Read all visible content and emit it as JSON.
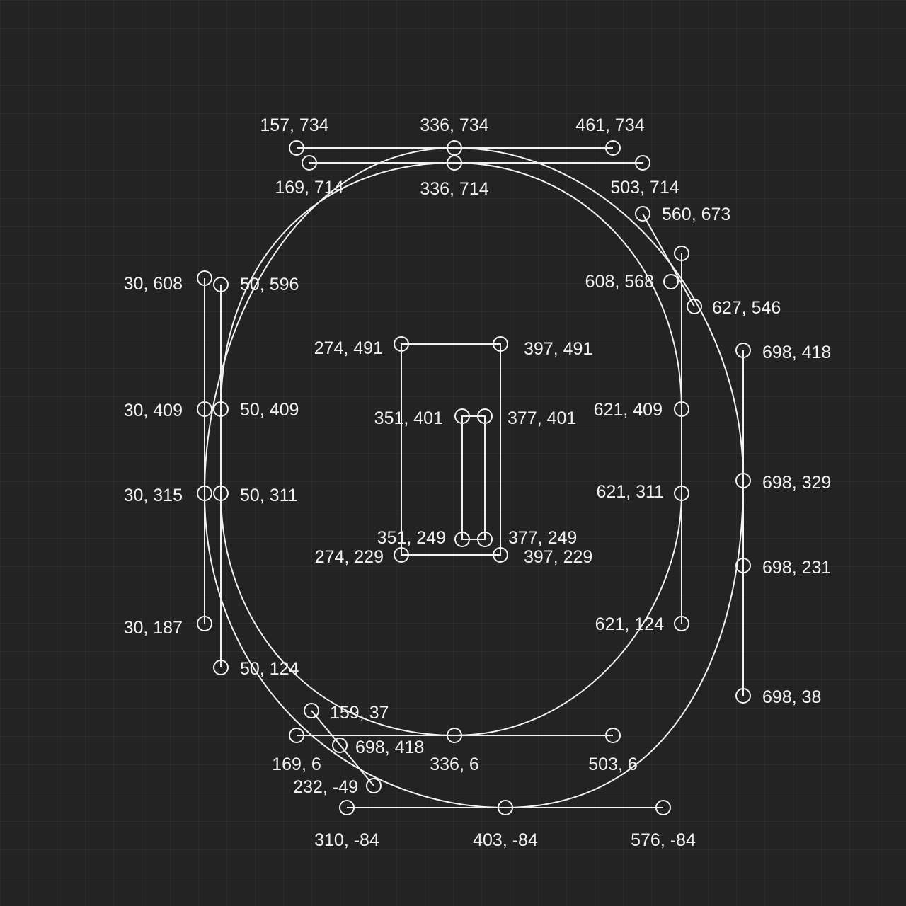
{
  "glyph": "0",
  "colors": {
    "background": "#232323",
    "stroke": "#f2f2f2"
  },
  "points": [
    {
      "id": "p157_734",
      "label": "157, 734"
    },
    {
      "id": "p336_734",
      "label": "336, 734"
    },
    {
      "id": "p461_734",
      "label": "461, 734"
    },
    {
      "id": "p169_714",
      "label": "169, 714"
    },
    {
      "id": "p336_714",
      "label": "336, 714"
    },
    {
      "id": "p503_714",
      "label": "503, 714"
    },
    {
      "id": "p560_673",
      "label": "560, 673"
    },
    {
      "id": "p608_568",
      "label": "608, 568"
    },
    {
      "id": "p627_546",
      "label": "627, 546"
    },
    {
      "id": "p30_608",
      "label": "30, 608"
    },
    {
      "id": "p50_596",
      "label": "50, 596"
    },
    {
      "id": "p274_491",
      "label": "274, 491"
    },
    {
      "id": "p397_491",
      "label": "397, 491"
    },
    {
      "id": "p698_418a",
      "label": "698, 418"
    },
    {
      "id": "p30_409",
      "label": "30, 409"
    },
    {
      "id": "p50_409",
      "label": "50, 409"
    },
    {
      "id": "p351_401",
      "label": "351, 401"
    },
    {
      "id": "p377_401",
      "label": "377, 401"
    },
    {
      "id": "p621_409",
      "label": "621, 409"
    },
    {
      "id": "p30_315",
      "label": "30, 315"
    },
    {
      "id": "p50_311",
      "label": "50, 311"
    },
    {
      "id": "p621_311",
      "label": "621, 311"
    },
    {
      "id": "p698_329",
      "label": "698, 329"
    },
    {
      "id": "p351_249",
      "label": "351, 249"
    },
    {
      "id": "p377_249",
      "label": "377, 249"
    },
    {
      "id": "p274_229",
      "label": "274, 229"
    },
    {
      "id": "p397_229",
      "label": "397, 229"
    },
    {
      "id": "p698_231",
      "label": "698, 231"
    },
    {
      "id": "p30_187",
      "label": "30, 187"
    },
    {
      "id": "p621_124",
      "label": "621, 124"
    },
    {
      "id": "p50_124",
      "label": "50, 124"
    },
    {
      "id": "p698_38",
      "label": "698, 38"
    },
    {
      "id": "p159_37",
      "label": "159, 37"
    },
    {
      "id": "p169_6",
      "label": "169, 6"
    },
    {
      "id": "p336_6",
      "label": "336, 6"
    },
    {
      "id": "p503_6",
      "label": "503, 6"
    },
    {
      "id": "p698_418b",
      "label": "698, 418"
    },
    {
      "id": "p232_n49",
      "label": "232, -49"
    },
    {
      "id": "p310_n84",
      "label": "310, -84"
    },
    {
      "id": "p403_n84",
      "label": "403, -84"
    },
    {
      "id": "p576_n84",
      "label": "576, -84"
    },
    {
      "id": "p621_top",
      "label": ""
    }
  ]
}
